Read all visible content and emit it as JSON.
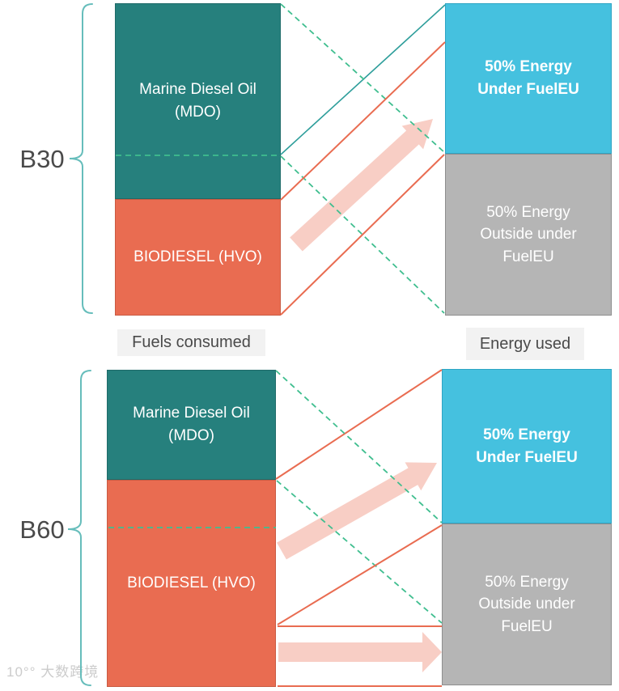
{
  "colors": {
    "teal": "#26807D",
    "teal_border": "#1F6B69",
    "orange": "#E96C51",
    "orange_border": "#C95B43",
    "cyan": "#45C1DF",
    "cyan_border": "#2EA5C4",
    "gray": "#B5B5B5",
    "gray_border": "#8E8E8E",
    "mint_dash": "#3FBE8F",
    "teal_line": "#2E9E9B",
    "orange_line": "#E96C51",
    "pink_arrow": "#F8CEC5",
    "bracket": "#66BDBB",
    "label_bg": "#F2F2F2",
    "label_text": "#4A4A4A",
    "watermark": "#CCCCCC"
  },
  "b30": {
    "bracket_label": "B30",
    "mdo_label": "Marine Diesel Oil\n(MDO)",
    "hvo_label": "BIODIESEL (HVO)",
    "energy_under_label": "50% Energy\nUnder FuelEU",
    "energy_outside_label": "50% Energy\nOutside under\nFuelEU"
  },
  "b60": {
    "bracket_label": "B60",
    "mdo_label": "Marine Diesel Oil\n(MDO)",
    "hvo_label": "BIODIESEL (HVO)",
    "energy_under_label": "50% Energy\nUnder FuelEU",
    "energy_outside_label": "50% Energy\nOutside under\nFuelEU"
  },
  "column_labels": {
    "fuels_consumed": "Fuels consumed",
    "energy_used": "Energy used"
  },
  "watermark": "10°° 大数跨境"
}
